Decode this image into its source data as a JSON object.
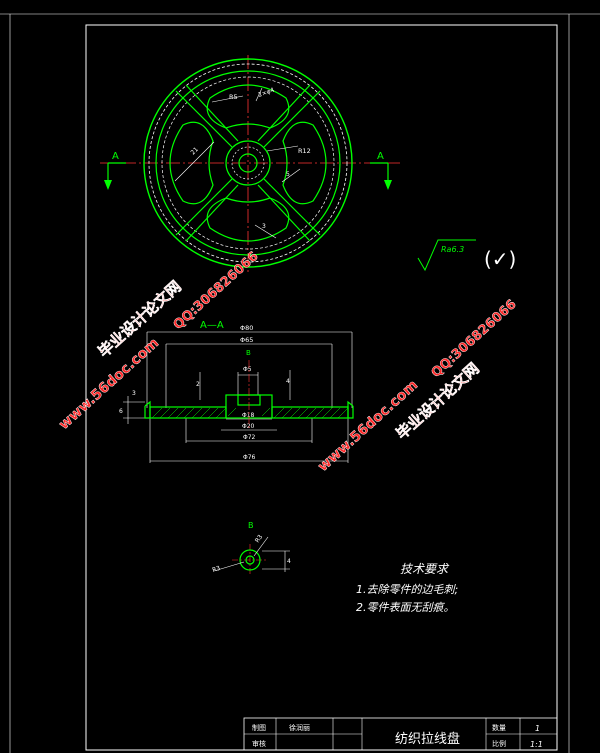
{
  "colors": {
    "background": "#000000",
    "frame": "#ffffff",
    "part_outline": "#00ff00",
    "dimension": "#ffffff",
    "center_line": "#ff3333",
    "watermark": "#ff2a2a"
  },
  "top_view": {
    "section_mark_left": "A",
    "section_mark_right": "A",
    "dims": {
      "r5": "R5",
      "chamfer": "2×φ4",
      "r12": "R12",
      "d21": "21",
      "d5": "5",
      "d3": "3"
    }
  },
  "roughness": {
    "symbol": "Ra6.3",
    "check": "(✓)"
  },
  "section_view": {
    "title": "A—A",
    "dims": {
      "d80": "Φ80",
      "d65": "Φ65",
      "detail": "B",
      "d5": "Φ5",
      "d18": "Φ18",
      "d20": "Φ20",
      "d72": "Φ72",
      "d76": "Φ76",
      "h2": "2",
      "h4": "4",
      "h6": "6",
      "h3": "3"
    }
  },
  "detail_view": {
    "label": "B",
    "r3a": "R3",
    "r3b": "R3",
    "d4": "4"
  },
  "tech_requirements": {
    "title": "技术要求",
    "items": [
      "1.去除零件的边毛刺;",
      "2.零件表面无刮痕。"
    ]
  },
  "title_block": {
    "r1c1": "制图",
    "r1c2": "徐润丽",
    "r2c1": "审核",
    "part_name": "纺织拉线盘",
    "qty_label": "数量",
    "qty_value": "1",
    "scale_label": "比例",
    "scale_value": "1:1"
  },
  "watermarks": {
    "brand": "毕业设计论文网",
    "url": "www.56doc.com",
    "qq": "QQ:306826066"
  }
}
